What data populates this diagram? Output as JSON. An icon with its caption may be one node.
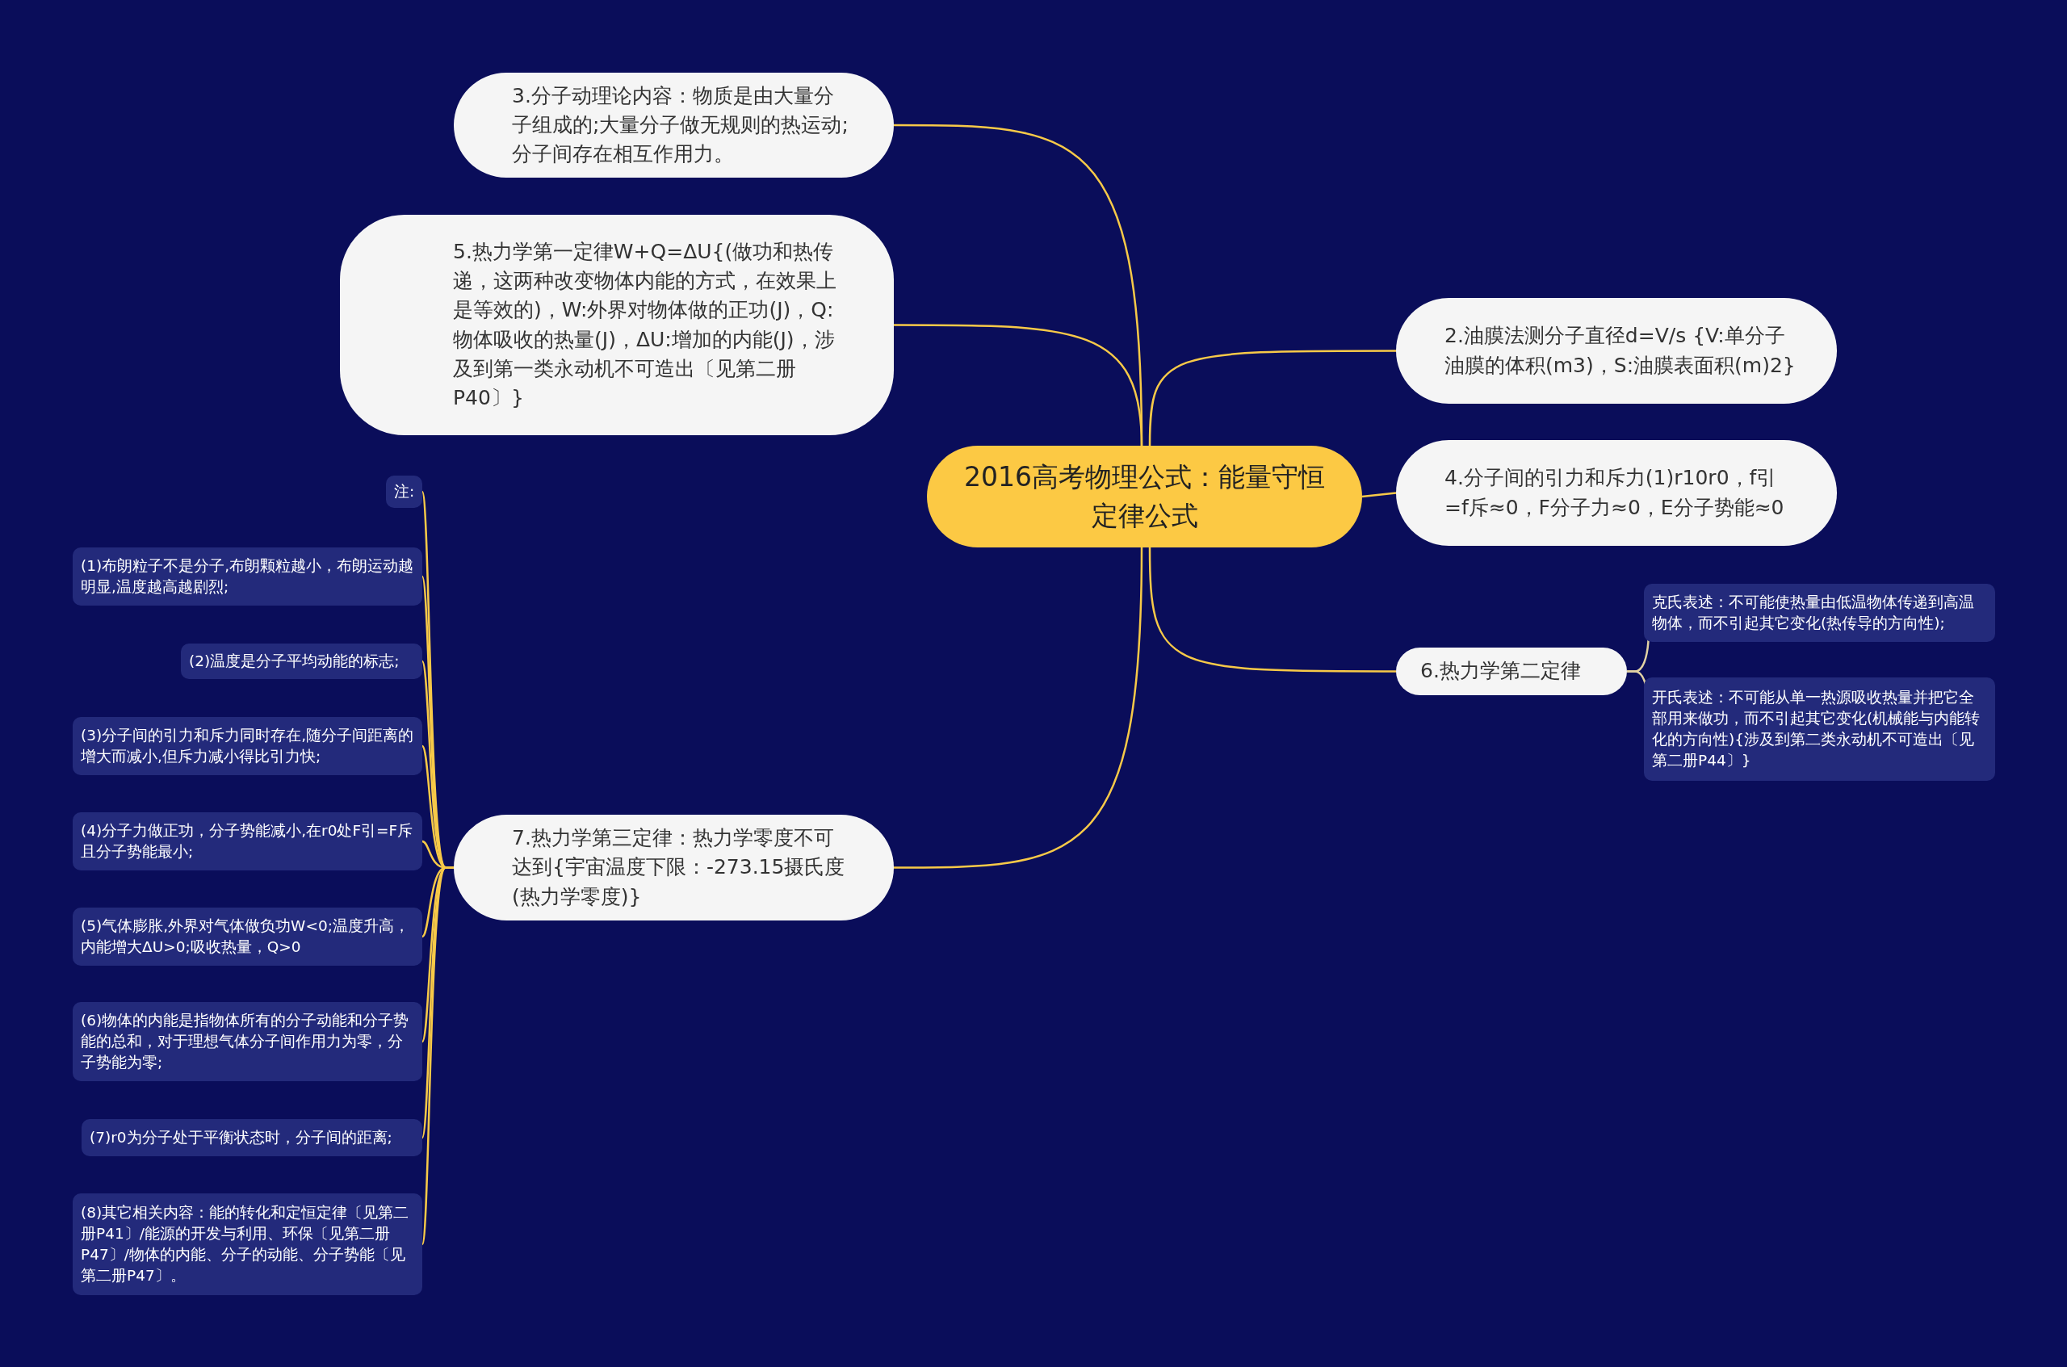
{
  "diagram": {
    "nodes": [
      {
        "text": [
          "2016高考物理公式：能量守恒定律公式"
        ]
      },
      {
        "text": [
          "3.分子动理论内容：物质是由大量分子组成的;大量分子做无规则的热运动;分子间存在相互作用力。"
        ]
      },
      {
        "text": [
          "5.热力学第一定律W+Q=ΔU{(做功和热传递，这两种改变物体内能的方式，在效果上是等效的)，W:外界对物体做的正功(J)，Q:物体吸收的热量(J)，ΔU:增加的内能(J)，涉及到第一类永动机不可造出〔见第二册P40〕}"
        ]
      },
      {
        "text": [
          "2.油膜法测分子直径d=V/s {V:单分子油膜的体积(m3)，S:油膜表面积(m)2}"
        ]
      },
      {
        "text": [
          "4.分子间的引力和斥力(1)r10r0，f引=f斥≈0，F分子力≈0，E分子势能≈0"
        ]
      },
      {
        "text": [
          "6.热力学第二定律"
        ]
      },
      {
        "text": [
          "克氏表述：不可能使热量由低温物体传递到高温物体，而不引起其它变化(热传导的方向性);"
        ]
      },
      {
        "text": [
          "开氏表述：不可能从单一热源吸收热量并把它全部用来做功，而不引起其它变化(机械能与内能转化的方向性){涉及到第二类永动机不可造出〔见第二册P44〕}"
        ]
      },
      {
        "text": [
          "7.热力学第三定律：热力学零度不可达到{宇宙温度下限：-273.15摄氏度(热力学零度)}"
        ]
      },
      {
        "text": [
          "注:"
        ]
      },
      {
        "text": [
          "(1)布朗粒子不是分子,布朗颗粒越小，布朗运动越明显,温度越高越剧烈;"
        ]
      },
      {
        "text": [
          "(2)温度是分子平均动能的标志;"
        ]
      },
      {
        "text": [
          "(3)分子间的引力和斥力同时存在,随分子间距离的增大而减小,但斥力减小得比引力快;"
        ]
      },
      {
        "text": [
          "(4)分子力做正功，分子势能减小,在r0处F引=F斥且分子势能最小;"
        ]
      },
      {
        "text": [
          "(5)气体膨胀,外界对气体做负功W<0;温度升高，内能增大ΔU>0;吸收热量，Q>0"
        ]
      },
      {
        "text": [
          "(6)物体的内能是指物体所有的分子动能和分子势能的总和，对于理想气体分子间作用力为零，分子势能为零;"
        ]
      },
      {
        "text": [
          "(7)r0为分子处于平衡状态时，分子间的距离;"
        ]
      },
      {
        "text": [
          "(8)其它相关内容：能的转化和定恒定律〔见第二册P41〕/能源的开发与利用、环保〔见第二册P47〕/物体的内能、分子的动能、分子势能〔见第二册P47〕。"
        ]
      }
    ],
    "edges": [
      {
        "from": 0,
        "to": 1,
        "arrow": "none"
      },
      {
        "from": 0,
        "to": 2,
        "arrow": "none"
      },
      {
        "from": 0,
        "to": 3,
        "arrow": "none"
      },
      {
        "from": 0,
        "to": 4,
        "arrow": "none"
      },
      {
        "from": 0,
        "to": 5,
        "arrow": "none"
      },
      {
        "from": 5,
        "to": 6,
        "arrow": "none",
        "color": "#e2d2a4"
      },
      {
        "from": 5,
        "to": 7,
        "arrow": "none",
        "color": "#e2d2a4"
      },
      {
        "from": 0,
        "to": 8,
        "arrow": "none"
      },
      {
        "from": 8,
        "to": 9,
        "arrow": "none"
      },
      {
        "from": 8,
        "to": 10,
        "arrow": "none"
      },
      {
        "from": 8,
        "to": 11,
        "arrow": "none"
      },
      {
        "from": 8,
        "to": 12,
        "arrow": "none"
      },
      {
        "from": 8,
        "to": 13,
        "arrow": "none"
      },
      {
        "from": 8,
        "to": 14,
        "arrow": "none"
      },
      {
        "from": 8,
        "to": 15,
        "arrow": "none"
      },
      {
        "from": 8,
        "to": 16,
        "arrow": "none"
      },
      {
        "from": 8,
        "to": 17,
        "arrow": "none"
      }
    ]
  }
}
